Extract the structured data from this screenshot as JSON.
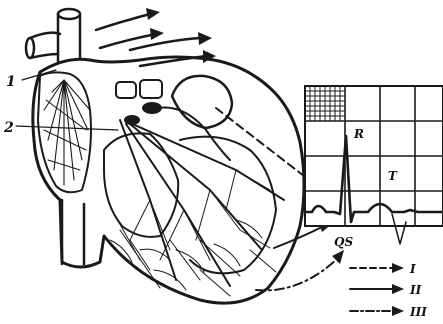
{
  "figure": {
    "callouts": {
      "c1": "1",
      "c2": "2"
    },
    "ecg_labels": {
      "r": "R",
      "t": "T",
      "qs": "QS"
    },
    "legend": [
      {
        "label": "I",
        "style": "dashed"
      },
      {
        "label": "II",
        "style": "solid"
      },
      {
        "label": "III",
        "style": "dash-dot"
      }
    ],
    "colors": {
      "ink": "#1a1a1a",
      "paper": "#ffffff"
    }
  }
}
